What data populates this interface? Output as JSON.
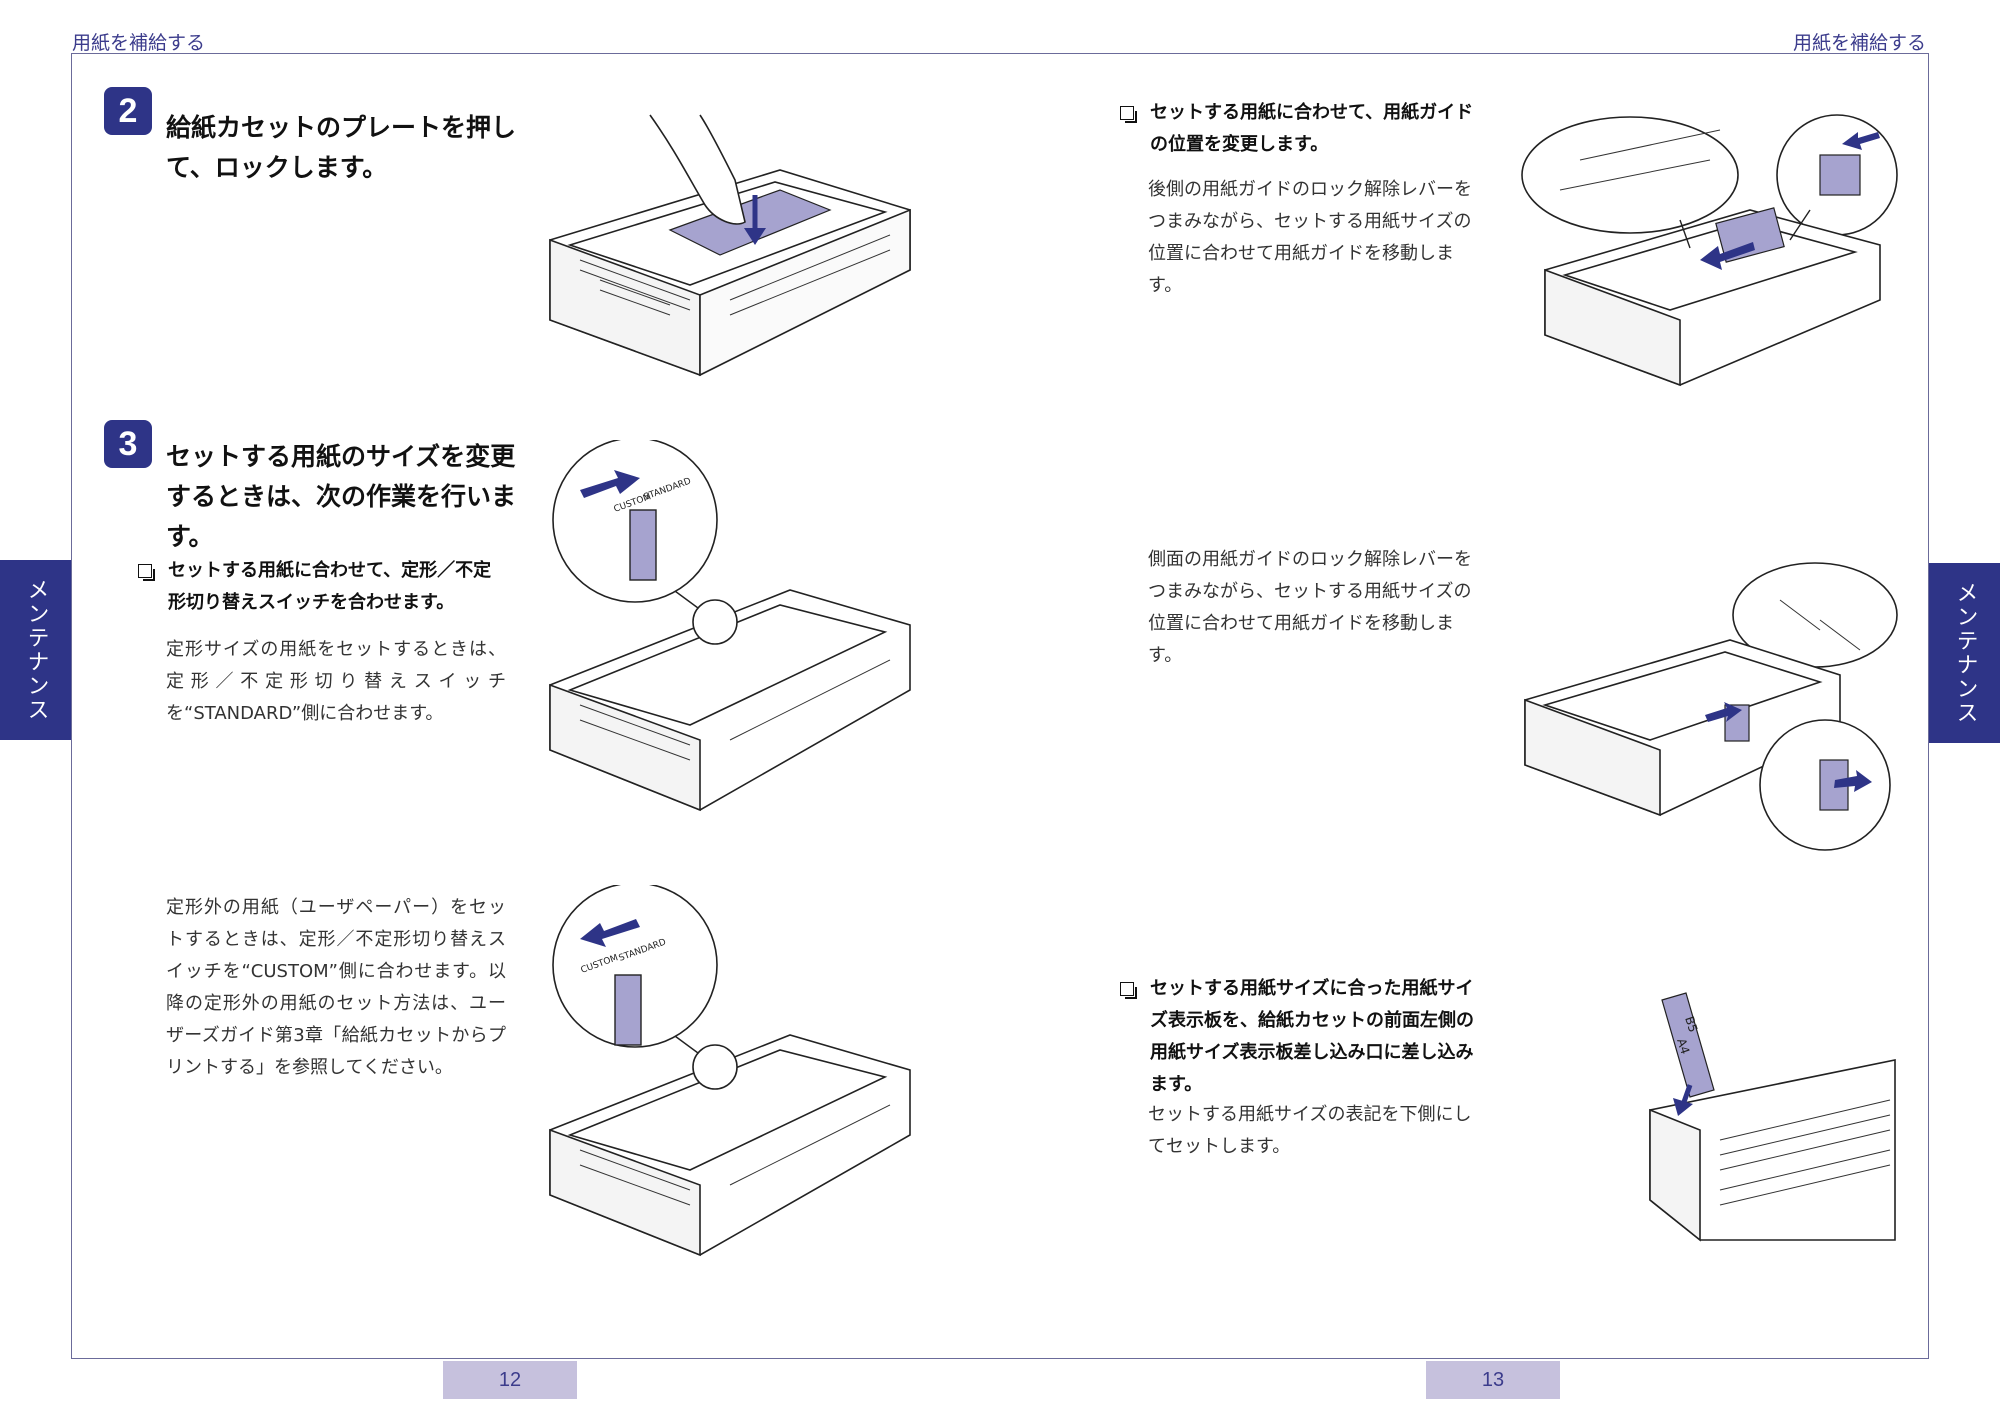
{
  "header": {
    "left": "用紙を補給する",
    "right": "用紙を補給する"
  },
  "side_tabs": {
    "left": "メンテナンス",
    "right": "メンテナンス"
  },
  "step2": {
    "number": "2",
    "title": "給紙カセットのプレートを押して、ロックします。"
  },
  "step3": {
    "number": "3",
    "title": "セットする用紙のサイズを変更するときは、次の作業を行います。",
    "bullet1": "セットする用紙に合わせて、定形／不定形切り替えスイッチを合わせます。",
    "text1": "定形サイズの用紙をセットするときは、定形／不定形切り替えスイッチを“STANDARD”側に合わせます。",
    "text2": "定形外の用紙（ユーザペーパー）をセットするときは、定形／不定形切り替えスイッチを“CUSTOM”側に合わせます。以降の定形外の用紙のセット方法は、ユーザーズガイド第3章「給紙カセットからプリントする」を参照してください。"
  },
  "right": {
    "bullet1": "セットする用紙に合わせて、用紙ガイドの位置を変更します。",
    "text1": "後側の用紙ガイドのロック解除レバーをつまみながら、セットする用紙サイズの位置に合わせて用紙ガイドを移動します。",
    "text2": "側面の用紙ガイドのロック解除レバーをつまみながら、セットする用紙サイズの位置に合わせて用紙ガイドを移動します。",
    "bullet2": "セットする用紙サイズに合った用紙サイズ表示板を、給紙カセットの前面左側の用紙サイズ表示板差し込み口に差し込みます。",
    "text3": "セットする用紙サイズの表記を下側にしてセットします。"
  },
  "illustration_labels": {
    "switch_standard": "STANDARD",
    "switch_custom": "CUSTOM",
    "size_card_b5": "B5",
    "size_card_a4": "A4"
  },
  "page_numbers": {
    "left": "12",
    "right": "13"
  },
  "colors": {
    "accent": "#2e3487",
    "page_tab": "#c6c1dd",
    "highlight": "#8a88c0"
  }
}
